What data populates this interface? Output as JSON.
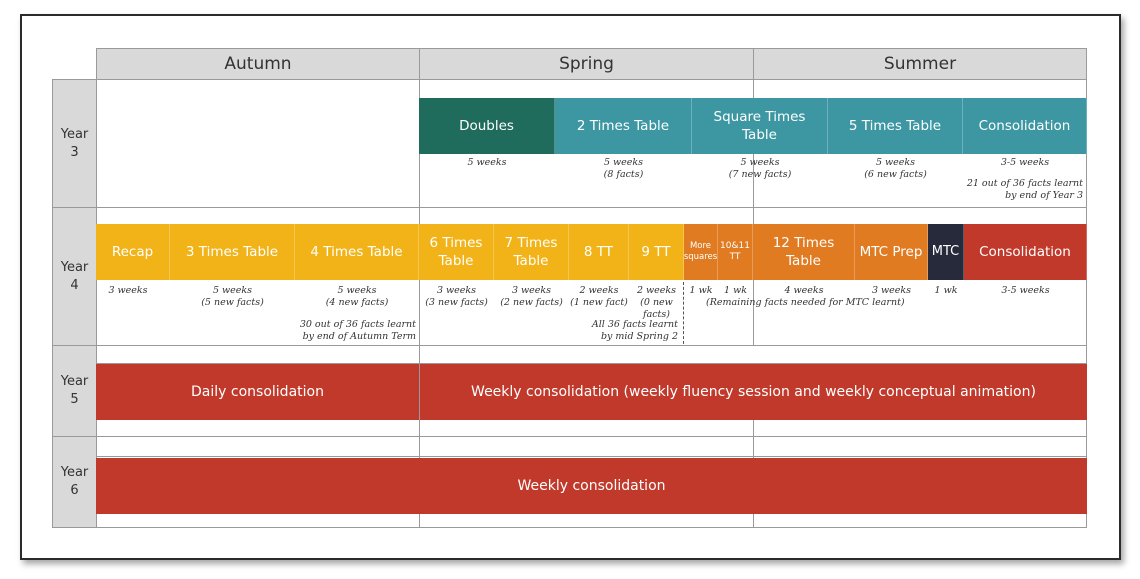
{
  "terms": [
    "Autumn",
    "Spring",
    "Summer"
  ],
  "years": [
    {
      "label": "Year",
      "num": "3"
    },
    {
      "label": "Year",
      "num": "4"
    },
    {
      "label": "Year",
      "num": "5"
    },
    {
      "label": "Year",
      "num": "6"
    }
  ],
  "colors": {
    "dark_teal": "#1f6b5c",
    "teal": "#3c97a3",
    "yellow": "#f2b318",
    "orange": "#e07b22",
    "navy": "#262a3a",
    "red": "#c0392b",
    "grey_header": "#d9d9d9"
  },
  "year3": {
    "blocks": [
      "Doubles",
      "2 Times Table",
      "Square Times Table",
      "5 Times Table",
      "Consolidation"
    ],
    "notes": [
      [
        "5 weeks"
      ],
      [
        "5 weeks",
        "(8 facts)"
      ],
      [
        "5 weeks",
        "(7 new facts)"
      ],
      [
        "5 weeks",
        "(6 new facts)"
      ],
      [
        "3-5 weeks"
      ],
      [
        "21 out of 36 facts learnt",
        "by end of Year 3"
      ]
    ]
  },
  "year4": {
    "blocks": [
      "Recap",
      "3 Times Table",
      "4 Times Table",
      "6 Times Table",
      "7 Times Table",
      "8 TT",
      "9 TT",
      "More squares",
      "10&11 TT",
      "12 Times Table",
      "MTC Prep",
      "MTC",
      "Consolidation"
    ],
    "notes": [
      [
        "3 weeks"
      ],
      [
        "5 weeks",
        "(5 new facts)"
      ],
      [
        "5 weeks",
        "(4 new facts)"
      ],
      [
        "3 weeks",
        "(3 new facts)"
      ],
      [
        "3 weeks",
        "(2 new facts)"
      ],
      [
        "2 weeks",
        "(1 new fact)"
      ],
      [
        "2 weeks",
        "(0 new",
        "facts)"
      ],
      [
        "1 wk"
      ],
      [
        "1 wk"
      ],
      [
        "4 weeks"
      ],
      [
        "3 weeks"
      ],
      [
        "1 wk"
      ],
      [
        "3-5 weeks"
      ],
      [
        "(Remaining facts needed for MTC learnt)"
      ],
      [
        "30 out of 36 facts learnt",
        "by end of Autumn Term"
      ],
      [
        "All 36 facts learnt",
        "by mid Spring 2"
      ]
    ]
  },
  "year5": {
    "autumn": "Daily consolidation",
    "rest": "Weekly consolidation (weekly fluency session and weekly conceptual animation)"
  },
  "year6": {
    "all": "Weekly consolidation"
  }
}
